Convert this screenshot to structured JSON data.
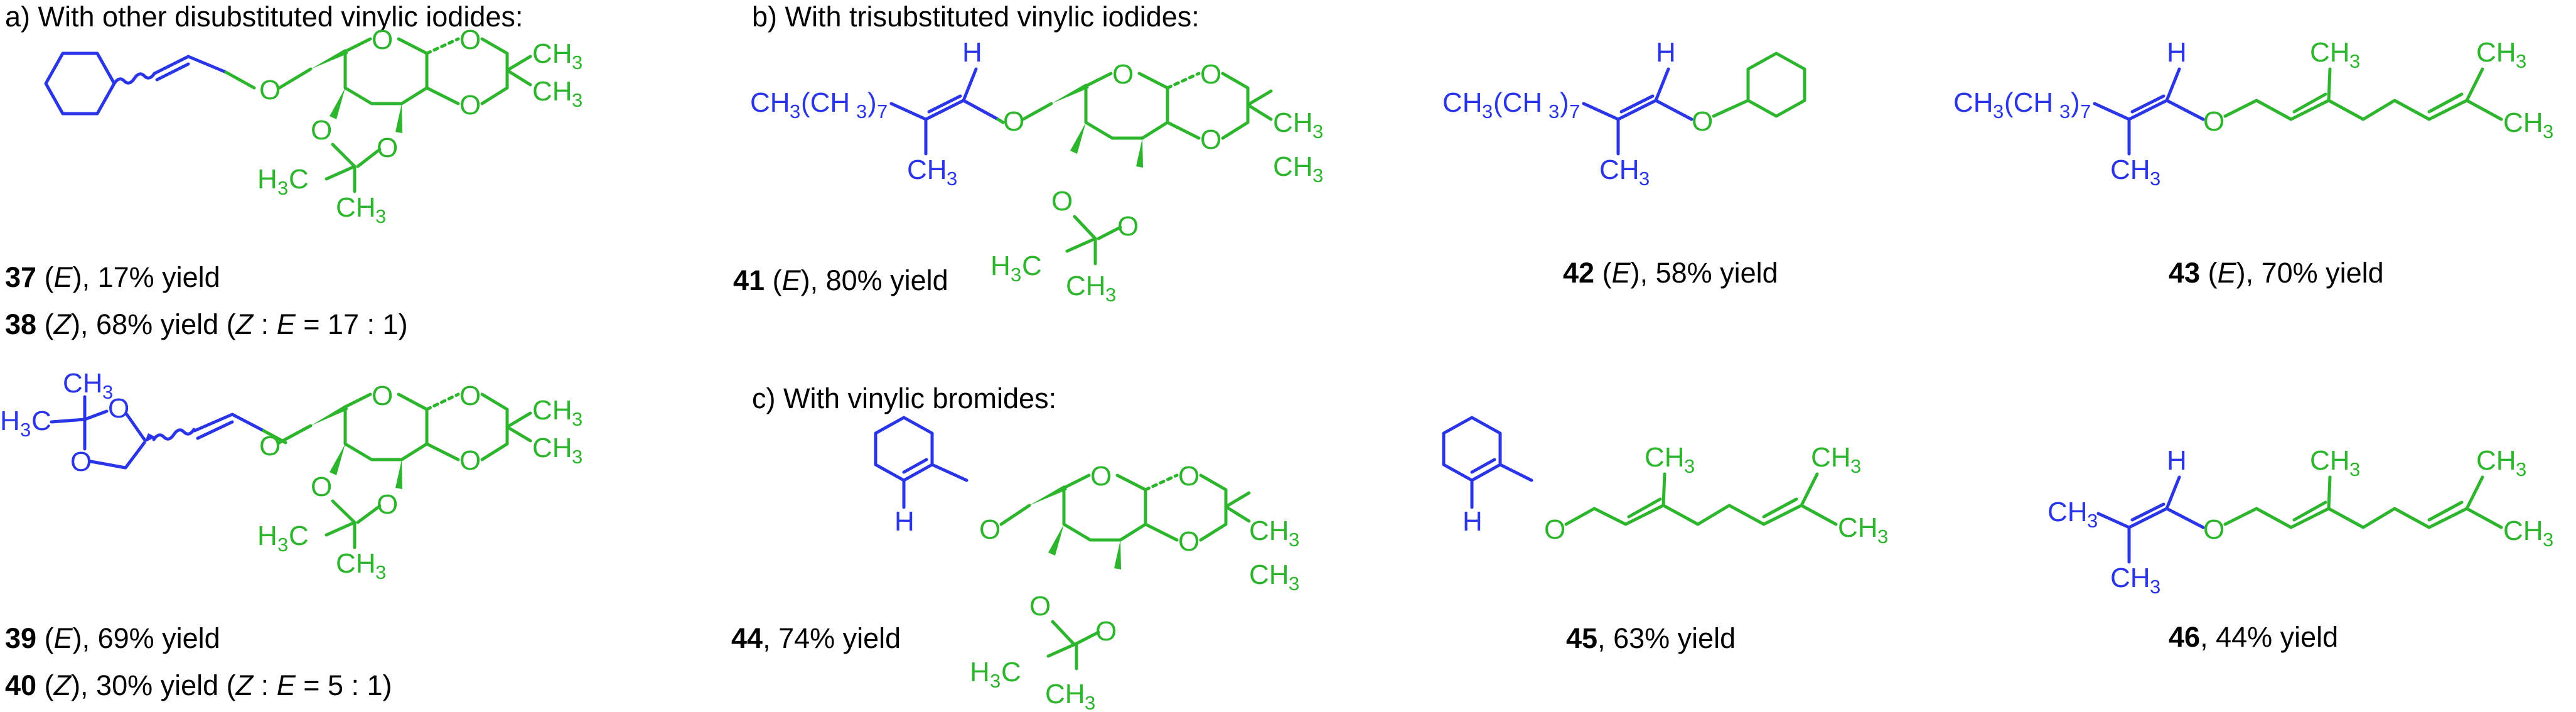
{
  "sections": {
    "a": "a) With other disubstituted vinylic iodides:",
    "b": "b) With trisubstituted vinylic iodides:",
    "c": "c) With vinylic bromides:"
  },
  "atoms": {
    "O": "O",
    "H": "H",
    "CH3": "CH",
    "sub3": "3",
    "H3C": "H",
    "H3C_tail": "C",
    "CH3CH2": "CH",
    "CH2": "(CH",
    "close": ")",
    "sub7": "7"
  },
  "compounds": {
    "c37": {
      "num": "37",
      "pre": " (",
      "iso": "E",
      "post": "), 17% yield"
    },
    "c38": {
      "num": "38",
      "pre": " (",
      "iso": "Z",
      "post": "), 68% yield (",
      "ratio_a": "Z",
      "ratio_mid": " : ",
      "ratio_b": "E",
      "ratio_end": " = 17 : 1)"
    },
    "c39": {
      "num": "39",
      "pre": " (",
      "iso": "E",
      "post": "), 69% yield"
    },
    "c40": {
      "num": "40",
      "pre": " (",
      "iso": "Z",
      "post": "), 30% yield (",
      "ratio_a": "Z",
      "ratio_mid": " : ",
      "ratio_b": "E",
      "ratio_end": " = 5 : 1)"
    },
    "c41": {
      "num": "41",
      "pre": " (",
      "iso": "E",
      "post": "), 80% yield"
    },
    "c42": {
      "num": "42",
      "pre": " (",
      "iso": "E",
      "post": "), 58% yield"
    },
    "c43": {
      "num": "43",
      "pre": " (",
      "iso": "E",
      "post": "), 70% yield"
    },
    "c44": {
      "num": "44",
      "post": ", 74% yield"
    },
    "c45": {
      "num": "45",
      "post": ", 63% yield"
    },
    "c46": {
      "num": "46",
      "post": ", 44% yield"
    }
  },
  "colors": {
    "variable_fragment": "#2a35e8",
    "constant_fragment": "#2db52d",
    "text": "#000000"
  }
}
